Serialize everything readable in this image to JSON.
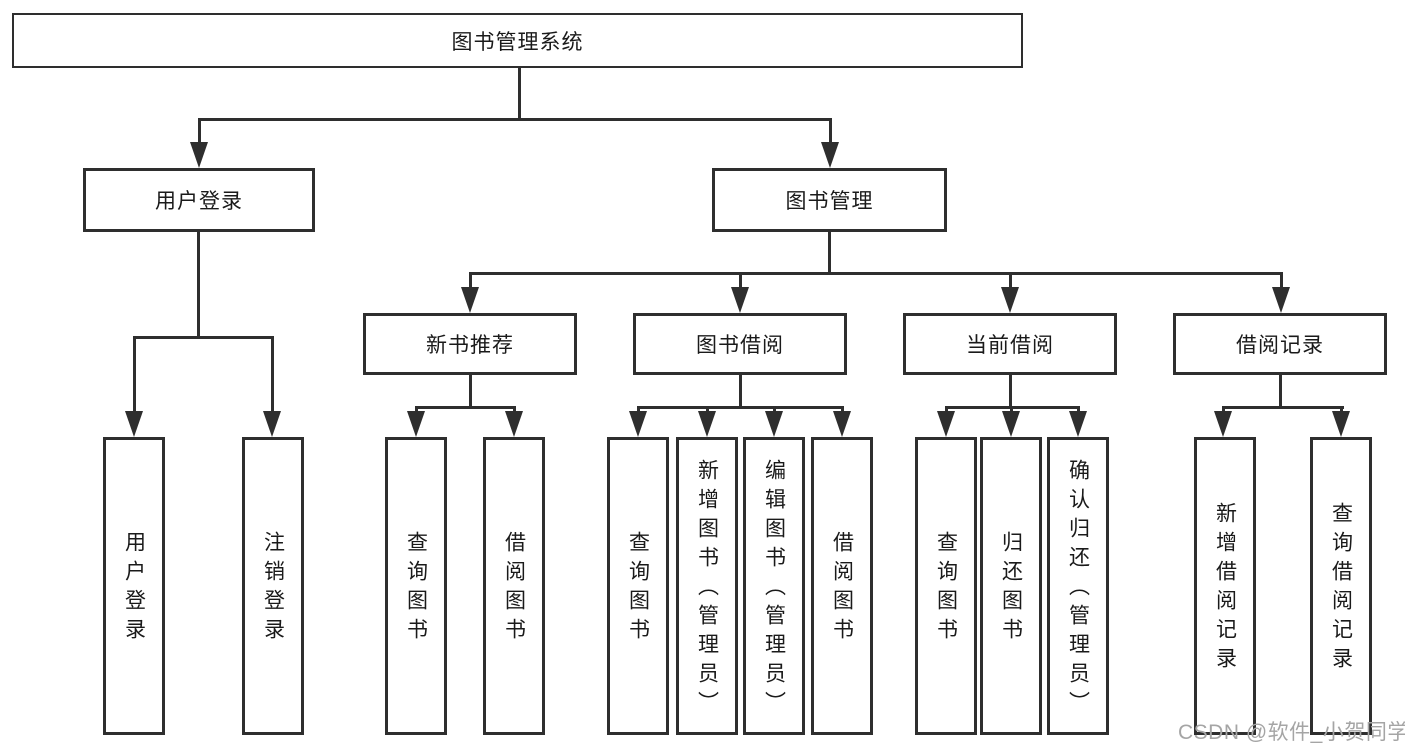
{
  "diagram": {
    "type": "hierarchy-tree",
    "root": {
      "label": "图书管理系统"
    },
    "branches": [
      {
        "label": "用户登录",
        "children": [
          {
            "label": "用户登录"
          },
          {
            "label": "注销登录"
          }
        ]
      },
      {
        "label": "图书管理",
        "children": [
          {
            "label": "新书推荐",
            "children": [
              {
                "label": "查询图书"
              },
              {
                "label": "借阅图书"
              }
            ]
          },
          {
            "label": "图书借阅",
            "children": [
              {
                "label": "查询图书"
              },
              {
                "label": "新增图书（管理员）"
              },
              {
                "label": "编辑图书（管理员）"
              },
              {
                "label": "借阅图书"
              }
            ]
          },
          {
            "label": "当前借阅",
            "children": [
              {
                "label": "查询图书"
              },
              {
                "label": "归还图书"
              },
              {
                "label": "确认归还（管理员）"
              }
            ]
          },
          {
            "label": "借阅记录",
            "children": [
              {
                "label": "新增借阅记录"
              },
              {
                "label": "查询借阅记录"
              }
            ]
          }
        ]
      }
    ],
    "colors": {
      "line": "#2e2e2e",
      "text": "#1a1a1a",
      "watermark": "#a5a5a5",
      "background": "#ffffff"
    }
  },
  "watermark": {
    "text": "CSDN @软件_小贺同学"
  }
}
